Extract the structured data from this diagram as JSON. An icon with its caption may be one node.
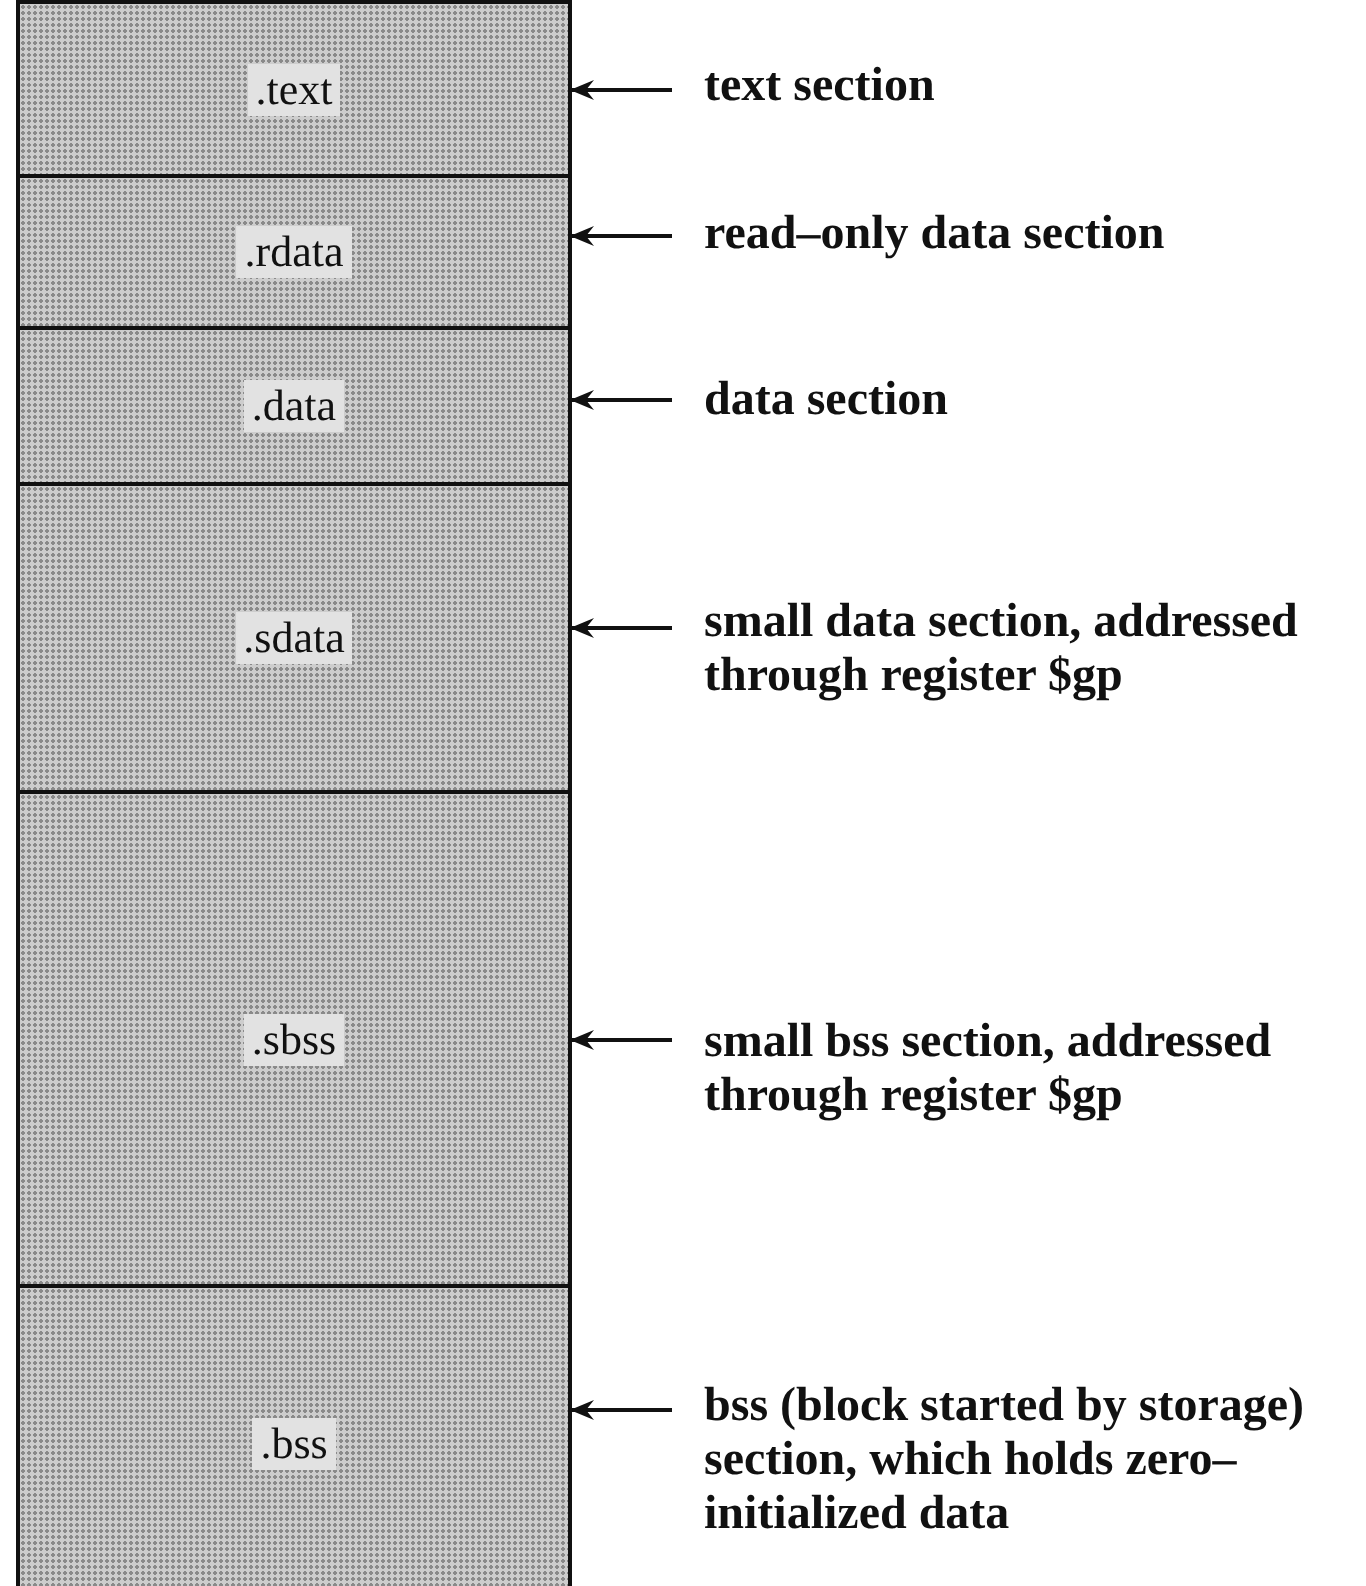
{
  "diagram": {
    "nodes": [
      {
        "text": [
          ".text"
        ]
      },
      {
        "text": [
          "text section"
        ]
      },
      {
        "text": [
          ".rdata"
        ]
      },
      {
        "text": [
          "read–only data section"
        ]
      },
      {
        "text": [
          ".data"
        ]
      },
      {
        "text": [
          "data section"
        ]
      },
      {
        "text": [
          ".sdata"
        ]
      },
      {
        "text": [
          "small data section, addressed through register $gp"
        ]
      },
      {
        "text": [
          ".sbss"
        ]
      },
      {
        "text": [
          "small bss section, addressed through register $gp"
        ]
      },
      {
        "text": [
          ".bss"
        ]
      },
      {
        "text": [
          "bss (block started by storage) section, which holds zero–initialized data"
        ]
      }
    ],
    "edges": [
      {
        "from": 1,
        "to": 0,
        "arrow": "to"
      },
      {
        "from": 3,
        "to": 2,
        "arrow": "to"
      },
      {
        "from": 5,
        "to": 4,
        "arrow": "to"
      },
      {
        "from": 7,
        "to": 6,
        "arrow": "to"
      },
      {
        "from": 9,
        "to": 8,
        "arrow": "to"
      },
      {
        "from": 11,
        "to": 10,
        "arrow": "to"
      }
    ]
  }
}
